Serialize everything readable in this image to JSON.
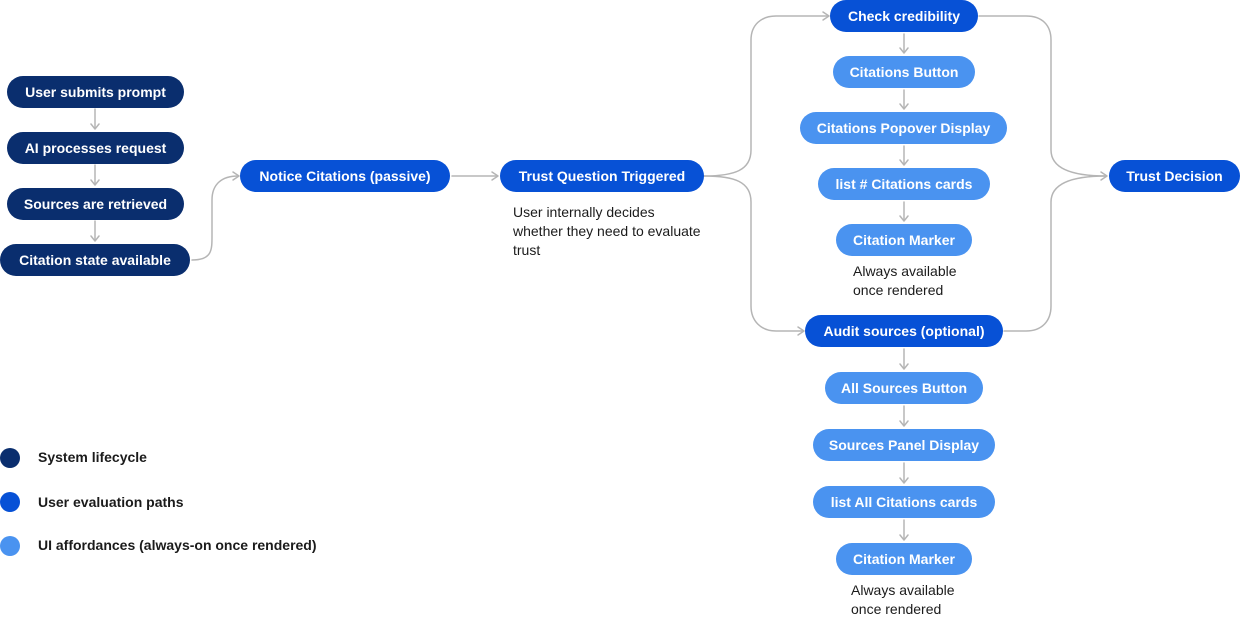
{
  "nodes": {
    "user_submits_prompt": "User submits prompt",
    "ai_processes_request": "AI processes request",
    "sources_are_retrieved": "Sources are retrieved",
    "citation_state_available": "Citation state available",
    "notice_citations": "Notice Citations (passive)",
    "trust_question_triggered": "Trust Question Triggered",
    "check_credibility": "Check credibility",
    "citations_button": "Citations Button",
    "citations_popover_display": "Citations Popover Display",
    "list_citations_cards": "list # Citations cards",
    "citation_marker_top": "Citation Marker",
    "audit_sources": "Audit sources (optional)",
    "all_sources_button": "All Sources Button",
    "sources_panel_display": "Sources Panel Display",
    "list_all_citations_cards": "list All Citations cards",
    "citation_marker_bottom": "Citation Marker",
    "trust_decision": "Trust Decision"
  },
  "notes": {
    "trust_question_line1": "User internally decides",
    "trust_question_line2": "whether they need to evaluate",
    "trust_question_line3": "trust",
    "marker_top_line1": "Always available",
    "marker_top_line2": "once rendered",
    "marker_bottom_line1": "Always available",
    "marker_bottom_line2": "once rendered"
  },
  "legend": {
    "system_lifecycle": "System lifecycle",
    "user_evaluation_paths": "User evaluation paths",
    "ui_affordances": "UI affordances (always-on once rendered)"
  },
  "colors": {
    "system_lifecycle": "#0a2e6e",
    "user_evaluation_paths": "#0751d6",
    "ui_affordances": "#4a93f0",
    "connector": "#b5b5b5"
  }
}
